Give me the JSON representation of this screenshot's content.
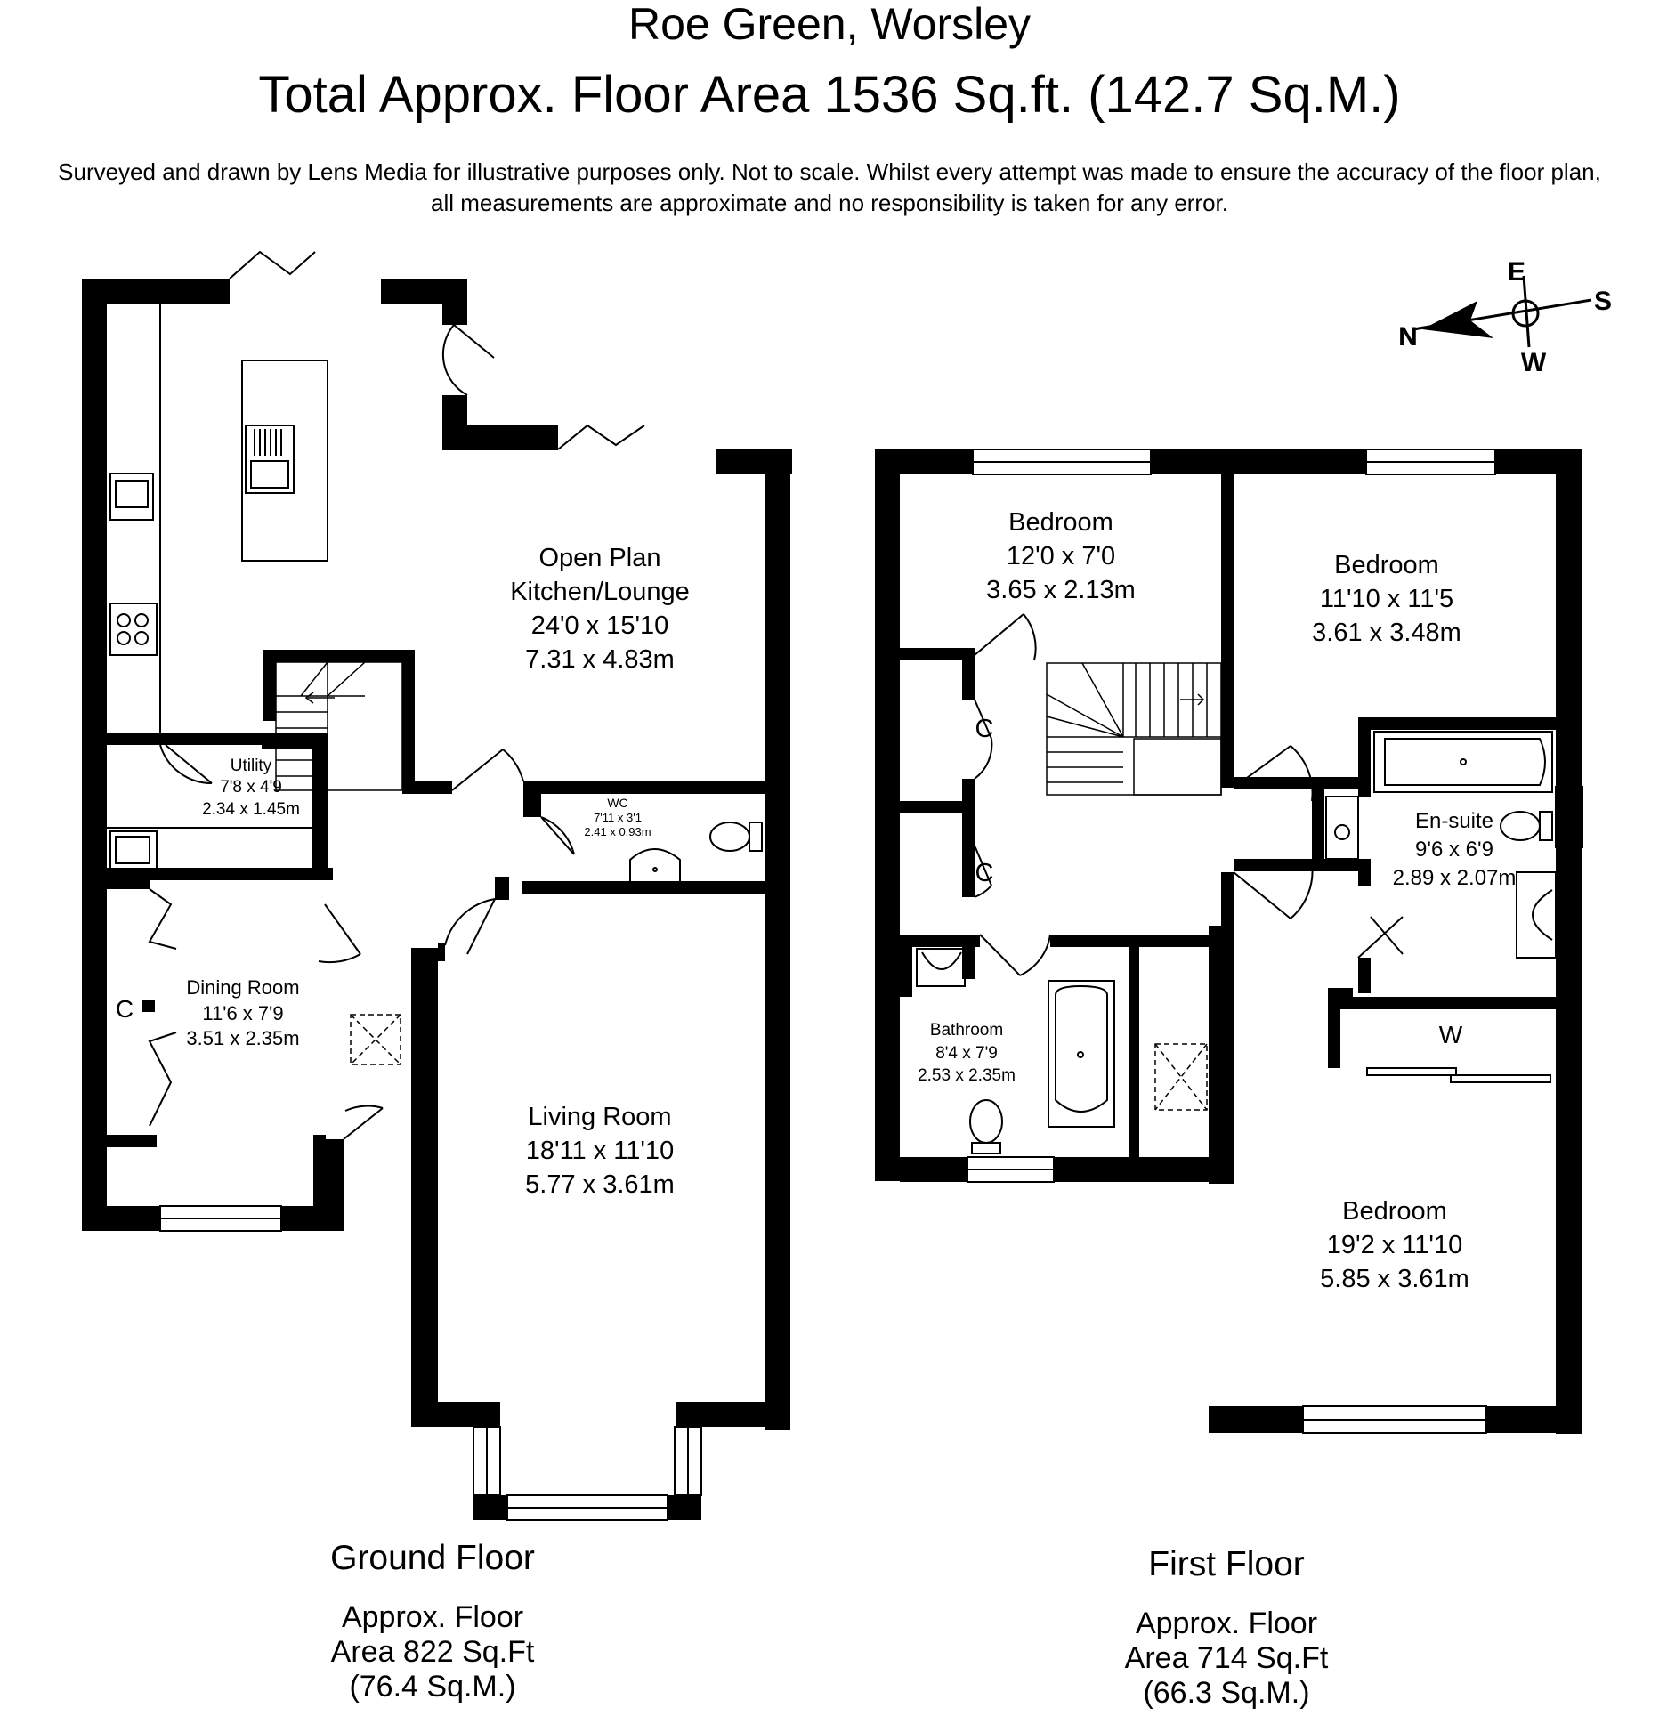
{
  "header": {
    "location": "Roe Green, Worsley",
    "total_area": "Total Approx. Floor Area 1536 Sq.ft. (142.7 Sq.M.)",
    "disclaimer_line1": "Surveyed and drawn by Lens Media for illustrative purposes only. Not to scale. Whilst every attempt was made to ensure the accuracy of the floor plan,",
    "disclaimer_line2": "all measurements are approximate and no responsibility is taken for any error."
  },
  "compass": {
    "north": "N",
    "east": "E",
    "south": "S",
    "west": "W"
  },
  "ground_floor": {
    "name": "Ground Floor",
    "area_line1": "Approx. Floor",
    "area_line2": "Area 822 Sq.Ft",
    "area_line3": "(76.4 Sq.M.)",
    "rooms": {
      "kitchen": {
        "line1": "Open Plan",
        "line2": "Kitchen/Lounge",
        "imperial": "24'0 x 15'10",
        "metric": "7.31 x 4.83m"
      },
      "utility": {
        "name": "Utility",
        "imperial": "7'8 x 4'9",
        "metric": "2.34 x 1.45m"
      },
      "wc": {
        "name": "WC",
        "imperial": "7'11 x 3'1",
        "metric": "2.41 x 0.93m"
      },
      "dining": {
        "name": "Dining Room",
        "imperial": "11'6 x 7'9",
        "metric": "3.51 x 2.35m"
      },
      "living": {
        "name": "Living Room",
        "imperial": "18'11 x 11'10",
        "metric": "5.77 x 3.61m"
      },
      "cupboard": "C"
    }
  },
  "first_floor": {
    "name": "First Floor",
    "area_line1": "Approx. Floor",
    "area_line2": "Area 714 Sq.Ft",
    "area_line3": "(66.3 Sq.M.)",
    "rooms": {
      "bedroom_a": {
        "name": "Bedroom",
        "imperial": "12'0 x 7'0",
        "metric": "3.65 x 2.13m"
      },
      "bedroom_b": {
        "name": "Bedroom",
        "imperial": "11'10 x 11'5",
        "metric": "3.61 x 3.48m"
      },
      "ensuite": {
        "name": "En-suite",
        "imperial": "9'6 x 6'9",
        "metric": "2.89 x 2.07m"
      },
      "bathroom": {
        "name": "Bathroom",
        "imperial": "8'4 x 7'9",
        "metric": "2.53 x 2.35m"
      },
      "bedroom_c": {
        "name": "Bedroom",
        "imperial": "19'2 x 11'10",
        "metric": "5.85 x 3.61m"
      },
      "cupboard_1": "C",
      "cupboard_2": "C",
      "wardrobe": "W"
    }
  }
}
